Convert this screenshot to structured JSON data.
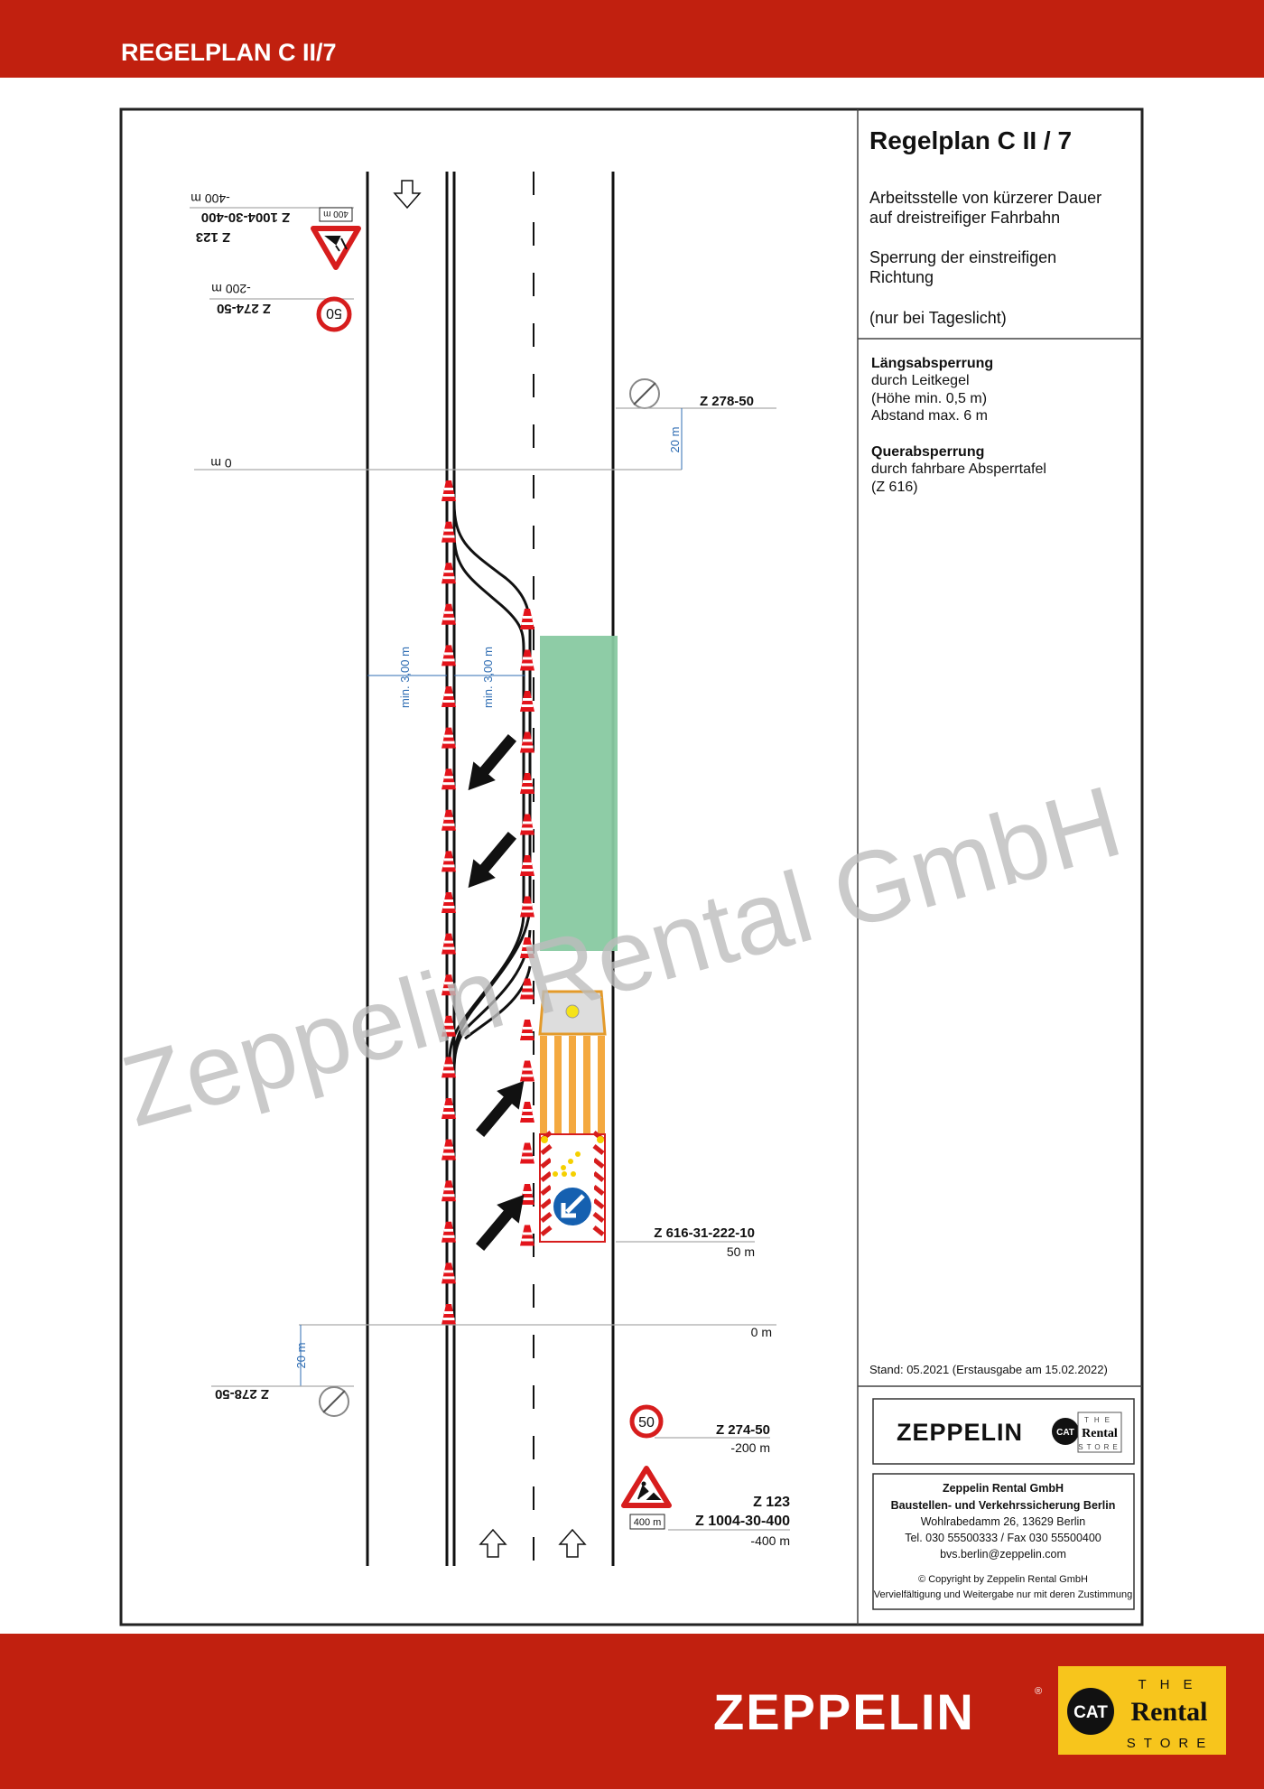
{
  "header": {
    "title": "REGELPLAN C II/7",
    "color": "#c1200f"
  },
  "titleblock": {
    "title": "Regelplan C II / 7",
    "desc1": "Arbeitsstelle von kürzerer Dauer",
    "desc2": "auf dreistreifiger Fahrbahn",
    "desc3": "Sperrung der einstreifigen",
    "desc4": "Richtung",
    "desc5": "(nur bei Tageslicht)",
    "laengs_head": "Längsabsperrung",
    "laengs1": "durch Leitkegel",
    "laengs2": "(Höhe min. 0,5 m)",
    "laengs3": "Abstand max. 6 m",
    "quer_head": "Querabsperrung",
    "quer1": "durch fahrbare Absperrtafel",
    "quer2": "(Z 616)",
    "stand": "Stand: 05.2021 (Erstausgabe am 15.02.2022)"
  },
  "logo": {
    "zeppelin": "ZEPPELIN",
    "cat": "CAT",
    "rental": "Rental",
    "the": "THE",
    "store": "STORE"
  },
  "address": {
    "company": "Zeppelin Rental GmbH",
    "dept": "Baustellen- und Verkehrssicherung Berlin",
    "street": "Wohlrabedamm 26, 13629 Berlin",
    "phone": "Tel. 030 55500333 / Fax 030 55500400",
    "email": "bvs.berlin@zeppelin.com",
    "copyright": "© Copyright by Zeppelin Rental GmbH",
    "rights": "Vervielfältigung und Weitergabe nur mit deren Zustimmung"
  },
  "plan": {
    "top": {
      "z123": "Z  123",
      "z1004": "Z  1004-30-400",
      "dist400": "-400 m",
      "plate": "400 m",
      "z274": "Z  274-50",
      "dist200": "-200 m",
      "speed": "50",
      "zero": "0 m"
    },
    "z278_top": "Z  278-50",
    "dim20_top": "20 m",
    "min300_left": "min. 3,00 m",
    "min300_right": "min. 3,00 m",
    "z616": "Z  616-31-222-10",
    "dist50": "50 m",
    "zero_bottom": "0 m",
    "dim20_bottom": "20 m",
    "z278_bottom": "Z  278-50",
    "z274_bottom": "Z  274-50",
    "dist200_bottom": "-200 m",
    "speed_bottom": "50",
    "z123_bottom": "Z  123",
    "z1004_bottom": "Z  1004-30-400",
    "dist400_bottom": "-400 m",
    "plate_bottom": "400 m",
    "work_area_color": "#88c9a1",
    "dimension_color": "#2f6db3"
  },
  "watermark": "Zeppelin Rental GmbH",
  "footer": {
    "brand": "ZEPPELIN",
    "reg": "®",
    "cat": "CAT",
    "rental": "Rental",
    "the": "THE",
    "store": "STORE",
    "cat_yellow": "#f7c51c"
  }
}
